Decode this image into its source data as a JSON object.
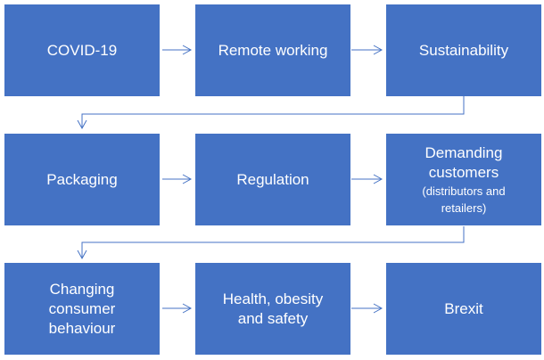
{
  "rows": [
    {
      "boxes": [
        {
          "label": "COVID-19",
          "sub": ""
        },
        {
          "label": "Remote working",
          "sub": ""
        },
        {
          "label": "Sustainability",
          "sub": ""
        }
      ]
    },
    {
      "boxes": [
        {
          "label": "Packaging",
          "sub": ""
        },
        {
          "label": "Regulation",
          "sub": ""
        },
        {
          "label": "Demanding customers",
          "sub": "(distributors and retailers)"
        }
      ]
    },
    {
      "boxes": [
        {
          "label": "Changing consumer behaviour",
          "sub": ""
        },
        {
          "label": "Health, obesity and safety",
          "sub": ""
        },
        {
          "label": "Brexit",
          "sub": ""
        }
      ]
    }
  ],
  "colors": {
    "box_fill": "#4472c4",
    "box_text": "#ffffff",
    "connector": "#4472c4"
  }
}
